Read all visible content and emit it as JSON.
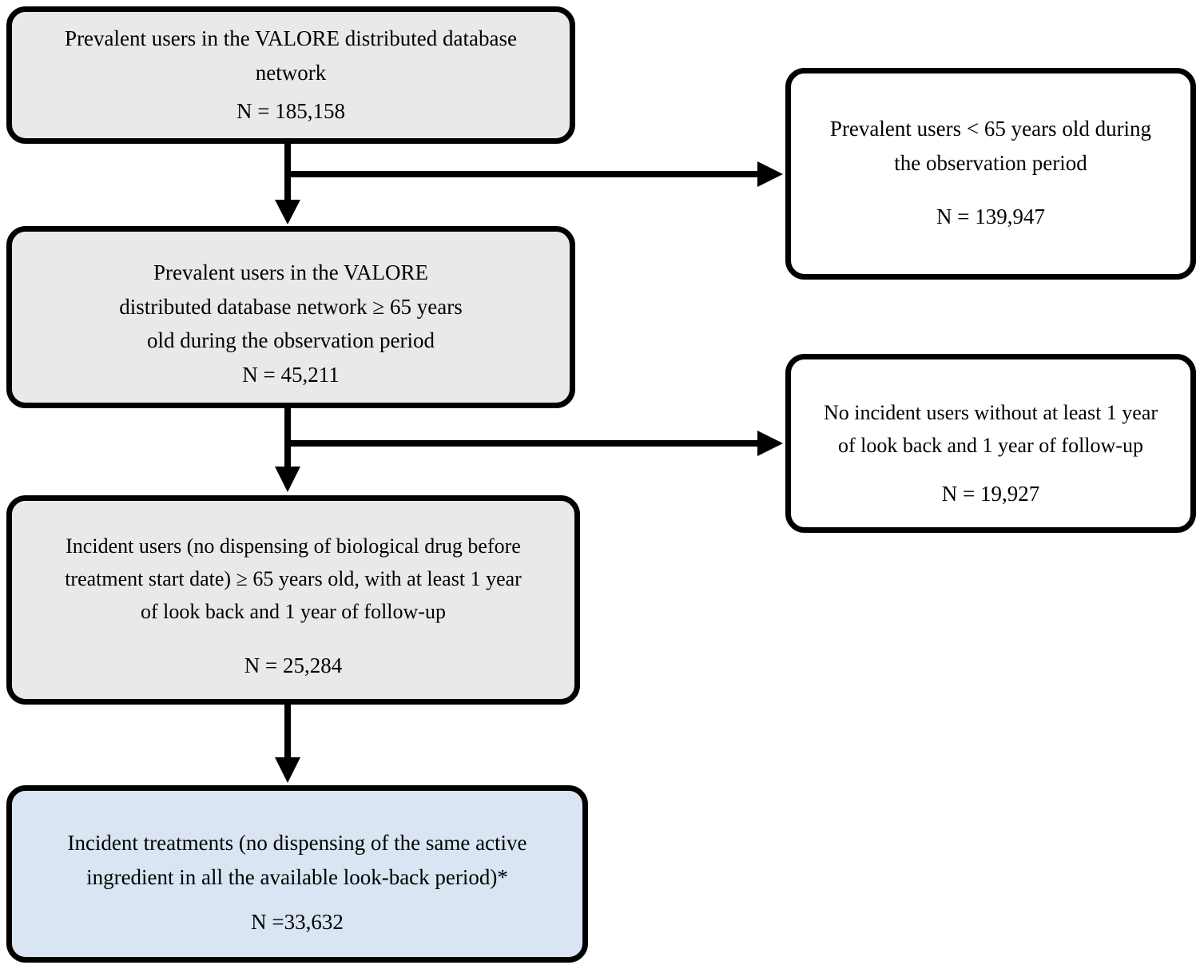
{
  "diagram": {
    "type": "flowchart",
    "description_visible": false,
    "main_flow": [
      {
        "label": "Prevalent users in the VALORE distributed database\nnetwork",
        "n": "N = 185,158"
      },
      {
        "label": "Prevalent users in the VALORE\ndistributed database network ≥ 65 years\nold during the observation period",
        "n": "N = 45,211"
      },
      {
        "label": "Incident users (no dispensing of biological drug before\ntreatment start date) ≥ 65 years old, with at least 1 year\nof look back and 1 year of follow-up",
        "n": "N = 25,284"
      },
      {
        "label": "Incident treatments (no dispensing of the same active\ningredient in all the available look-back period)*",
        "n": "N =33,632"
      }
    ],
    "exclusions": [
      {
        "label": "Prevalent users < 65 years old during\nthe observation period",
        "n": "N = 139,947"
      },
      {
        "label": "No incident users without at least 1 year\nof look back and 1 year of follow-up",
        "n": "N = 19,927"
      }
    ],
    "colors": {
      "main_box_fill": "#e9e9e9",
      "exclusion_box_fill": "#ffffff",
      "final_box_fill": "#d9e5f2",
      "border_and_arrows": "#000000"
    }
  }
}
